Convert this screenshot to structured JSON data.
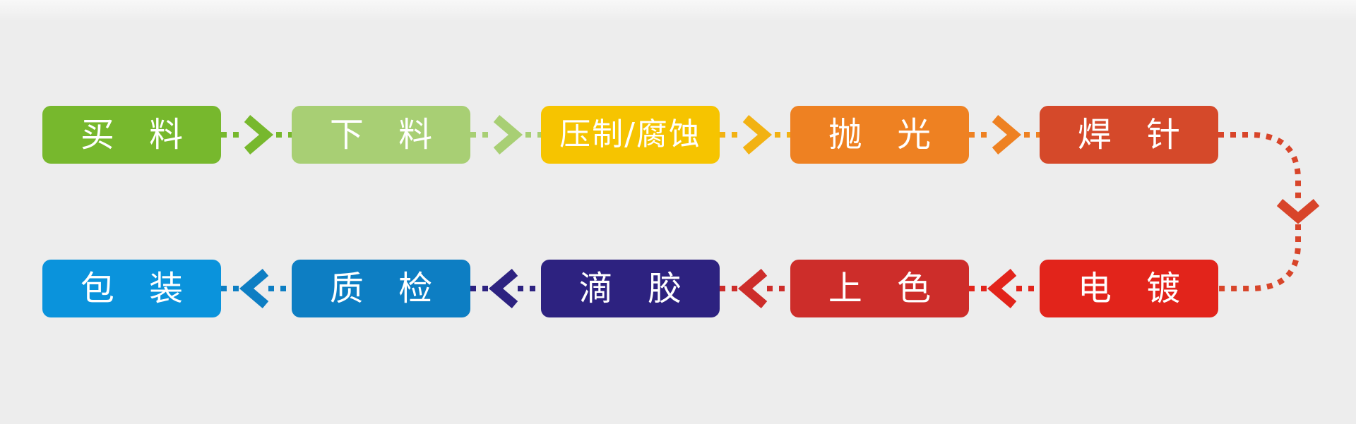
{
  "background": {
    "canvas_color": "#ededed",
    "top_strip_color": "#f8f8f8"
  },
  "process": {
    "top_row": [
      {
        "label": "买 料",
        "color": "#77b82d"
      },
      {
        "label": "下 料",
        "color": "#a8cf74"
      },
      {
        "label": "压制/腐蚀",
        "color": "#f6c400"
      },
      {
        "label": "抛 光",
        "color": "#ee8122"
      },
      {
        "label": "焊 针",
        "color": "#d5492a"
      }
    ],
    "bottom_row": [
      {
        "label": "包 装",
        "color": "#0a93dc"
      },
      {
        "label": "质 检",
        "color": "#0d7ec3"
      },
      {
        "label": "滴 胶",
        "color": "#2d2280"
      },
      {
        "label": "上 色",
        "color": "#cd2d2a"
      },
      {
        "label": "电 镀",
        "color": "#e2241b"
      }
    ],
    "connectors": {
      "top": [
        "#77b82d",
        "#a8cf74",
        "#f2b213",
        "#ee8122"
      ],
      "wrap": "#d8452a",
      "bottom": [
        "#e2241b",
        "#cd2d2a",
        "#2d2280",
        "#0d7ec3"
      ]
    },
    "sequence": [
      "买 料",
      "下 料",
      "压制/腐蚀",
      "抛 光",
      "焊 针",
      "电 镀",
      "上 色",
      "滴 胶",
      "质 检",
      "包 装"
    ],
    "text_color": "#ffffff"
  }
}
